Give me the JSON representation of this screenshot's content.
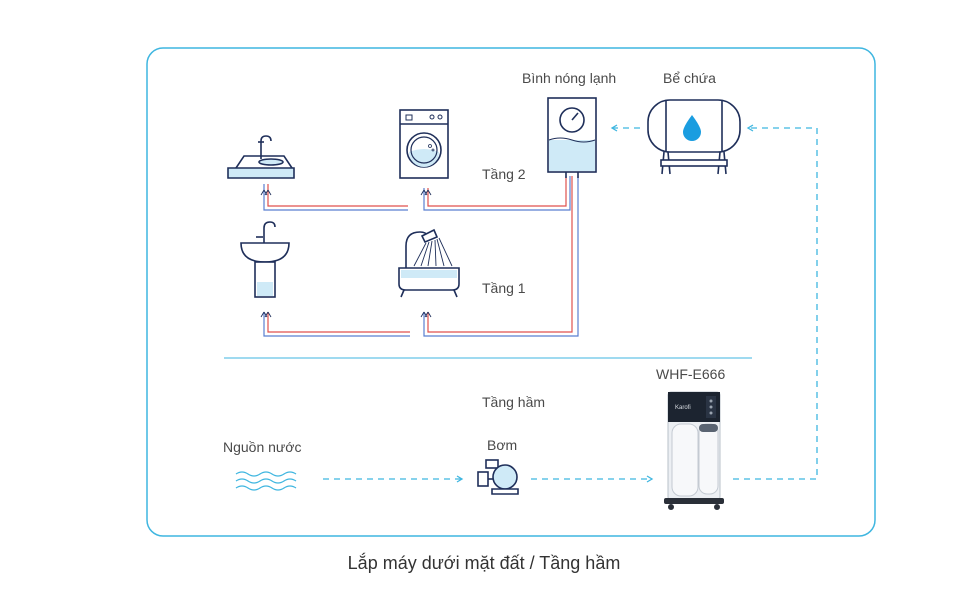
{
  "labels": {
    "heater": "Bình nóng lạnh",
    "tank": "Bể chứa",
    "floor2": "Tầng 2",
    "floor1": "Tầng 1",
    "basement": "Tầng hầm",
    "model": "WHF-E666",
    "source": "Nguồn nước",
    "pump": "Bơm",
    "brand": "Karofi"
  },
  "caption": "Lắp máy dưới mặt đất / Tầng hầm",
  "colors": {
    "frame": "#3fb6e0",
    "outline": "#1f2f5a",
    "water": "#cfeaf7",
    "flow": "#3fb6e0",
    "hot": "#e0524e",
    "cold": "#5b7fd0"
  }
}
